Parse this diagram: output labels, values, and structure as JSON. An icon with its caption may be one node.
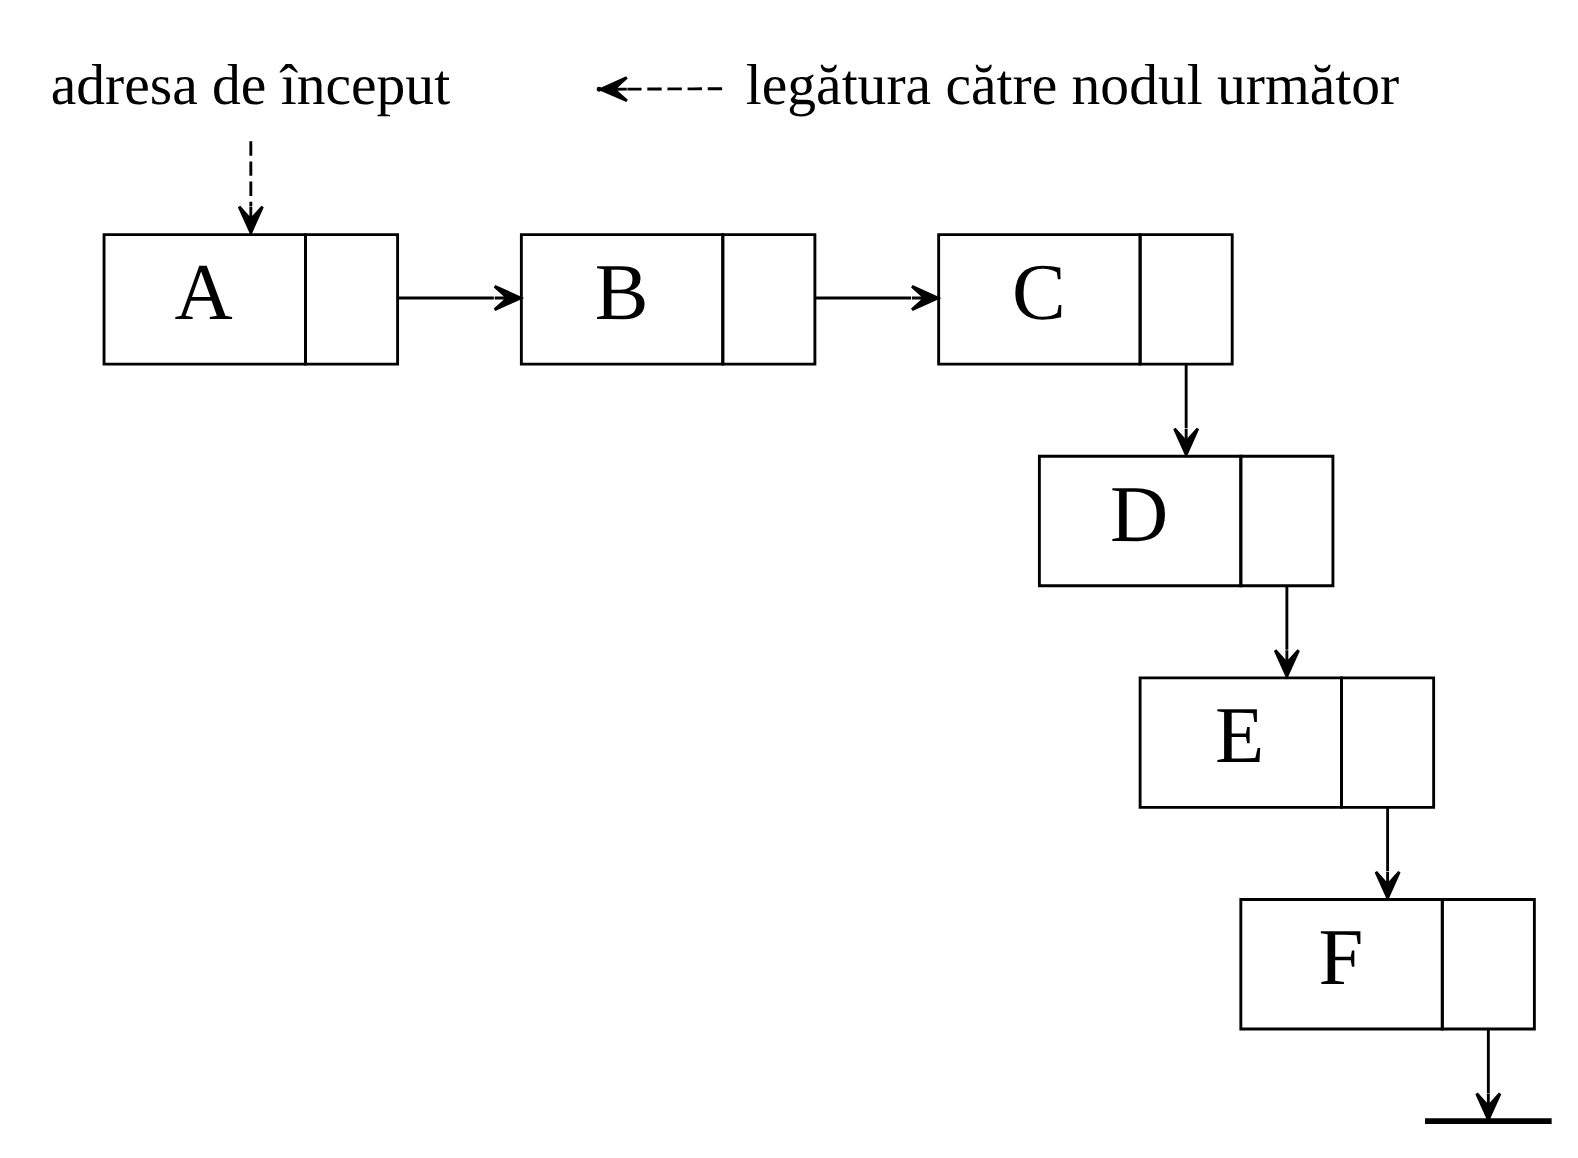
{
  "diagram": {
    "nodes": [
      {
        "text": [
          "A"
        ]
      },
      {
        "text": [
          "B"
        ]
      },
      {
        "text": [
          "C"
        ]
      },
      {
        "text": [
          "D"
        ]
      },
      {
        "text": [
          "E"
        ]
      },
      {
        "text": [
          "F"
        ]
      },
      {
        "text": [],
        "shape": "bar"
      },
      {
        "text": [
          "adresa de început"
        ]
      },
      {
        "text": [
          "legătura către nodul următor"
        ]
      }
    ],
    "edges": [
      {
        "from": 0,
        "to": 1,
        "arrow": "to"
      },
      {
        "from": 1,
        "to": 2,
        "arrow": "to"
      },
      {
        "from": 2,
        "to": 3,
        "arrow": "to"
      },
      {
        "from": 3,
        "to": 4,
        "arrow": "to"
      },
      {
        "from": 4,
        "to": 5,
        "arrow": "to"
      },
      {
        "from": 5,
        "to": 6,
        "arrow": "to"
      },
      {
        "from": 7,
        "to": 0,
        "arrow": "to",
        "style": "dashed"
      },
      {
        "from": 8,
        "to": null,
        "arrow": "to",
        "style": "dashed"
      }
    ]
  }
}
